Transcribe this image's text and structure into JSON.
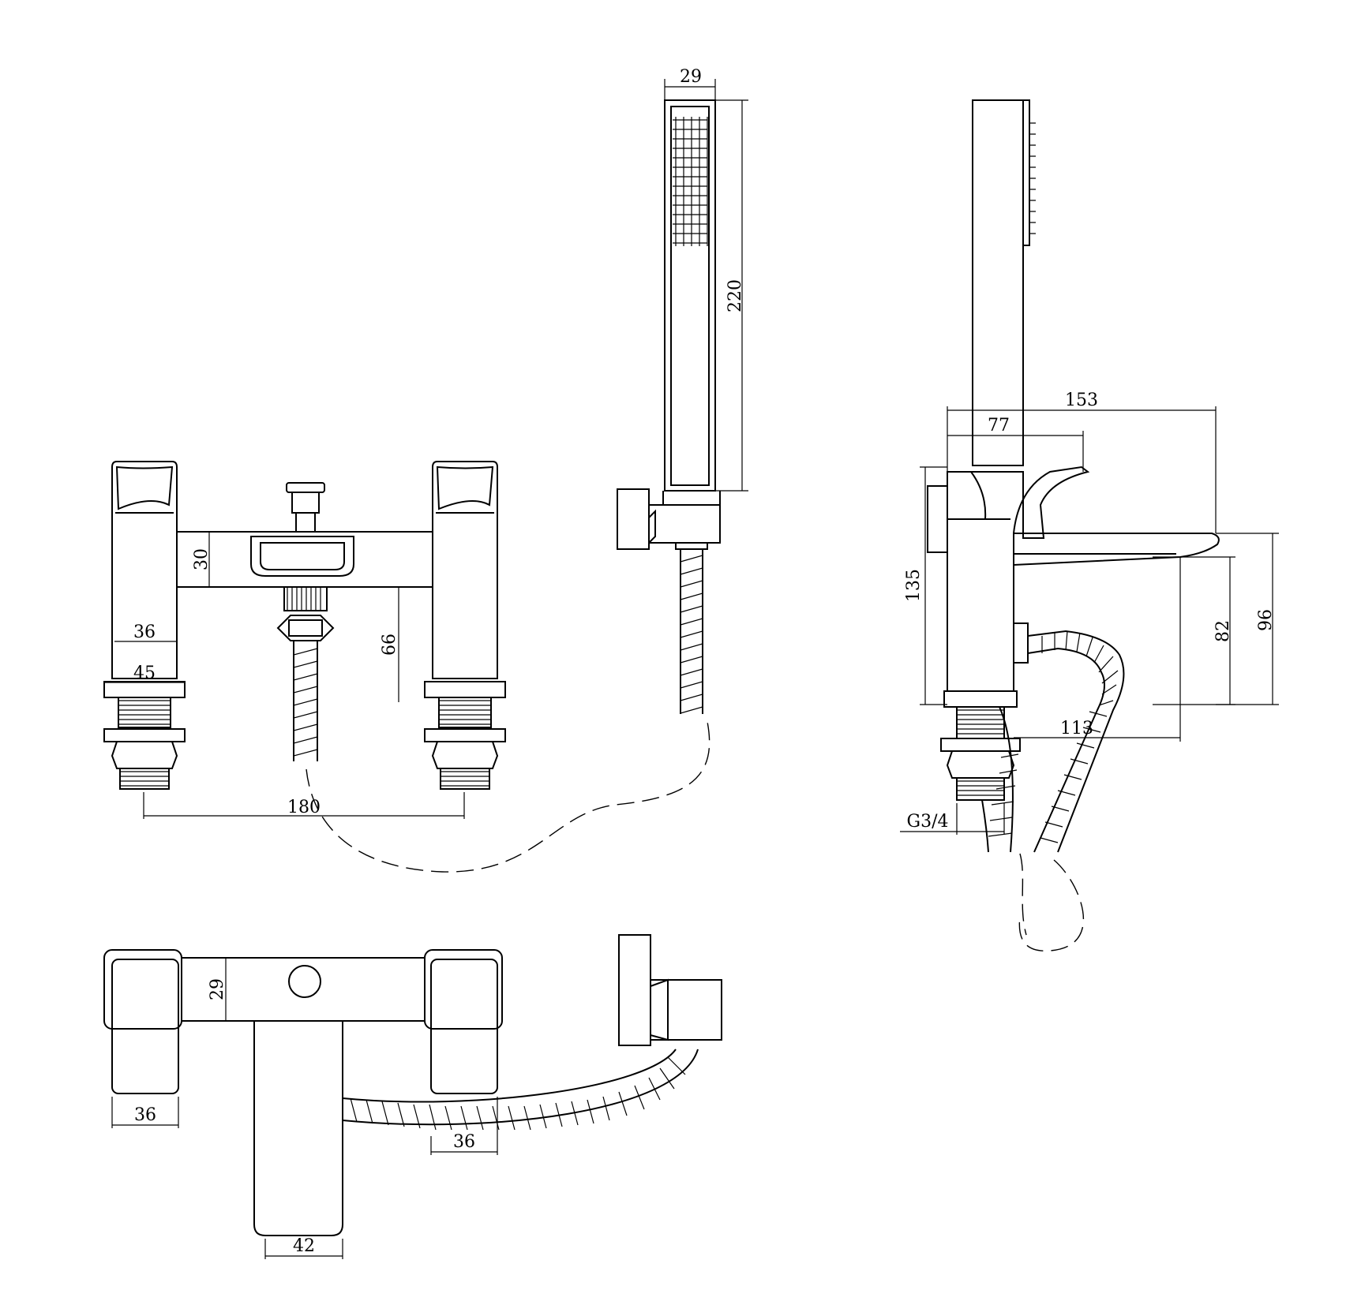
{
  "dimensions": {
    "handset_width": "29",
    "handset_length": "220",
    "overall_depth": "153",
    "handset_offset": "77",
    "body_height": "135",
    "spout_height": "96",
    "spout_clearance": "82",
    "spout_reach": "113",
    "thread_size": "G3/4",
    "body_bar_height": "30",
    "pillar_width": "36",
    "flange_width": "45",
    "deck_clearance": "66",
    "centres": "180",
    "top_bar_depth": "29",
    "top_pillar_left": "36",
    "top_pillar_right": "36",
    "spout_width": "42"
  },
  "colors": {
    "line": "#000000",
    "background": "#ffffff"
  }
}
